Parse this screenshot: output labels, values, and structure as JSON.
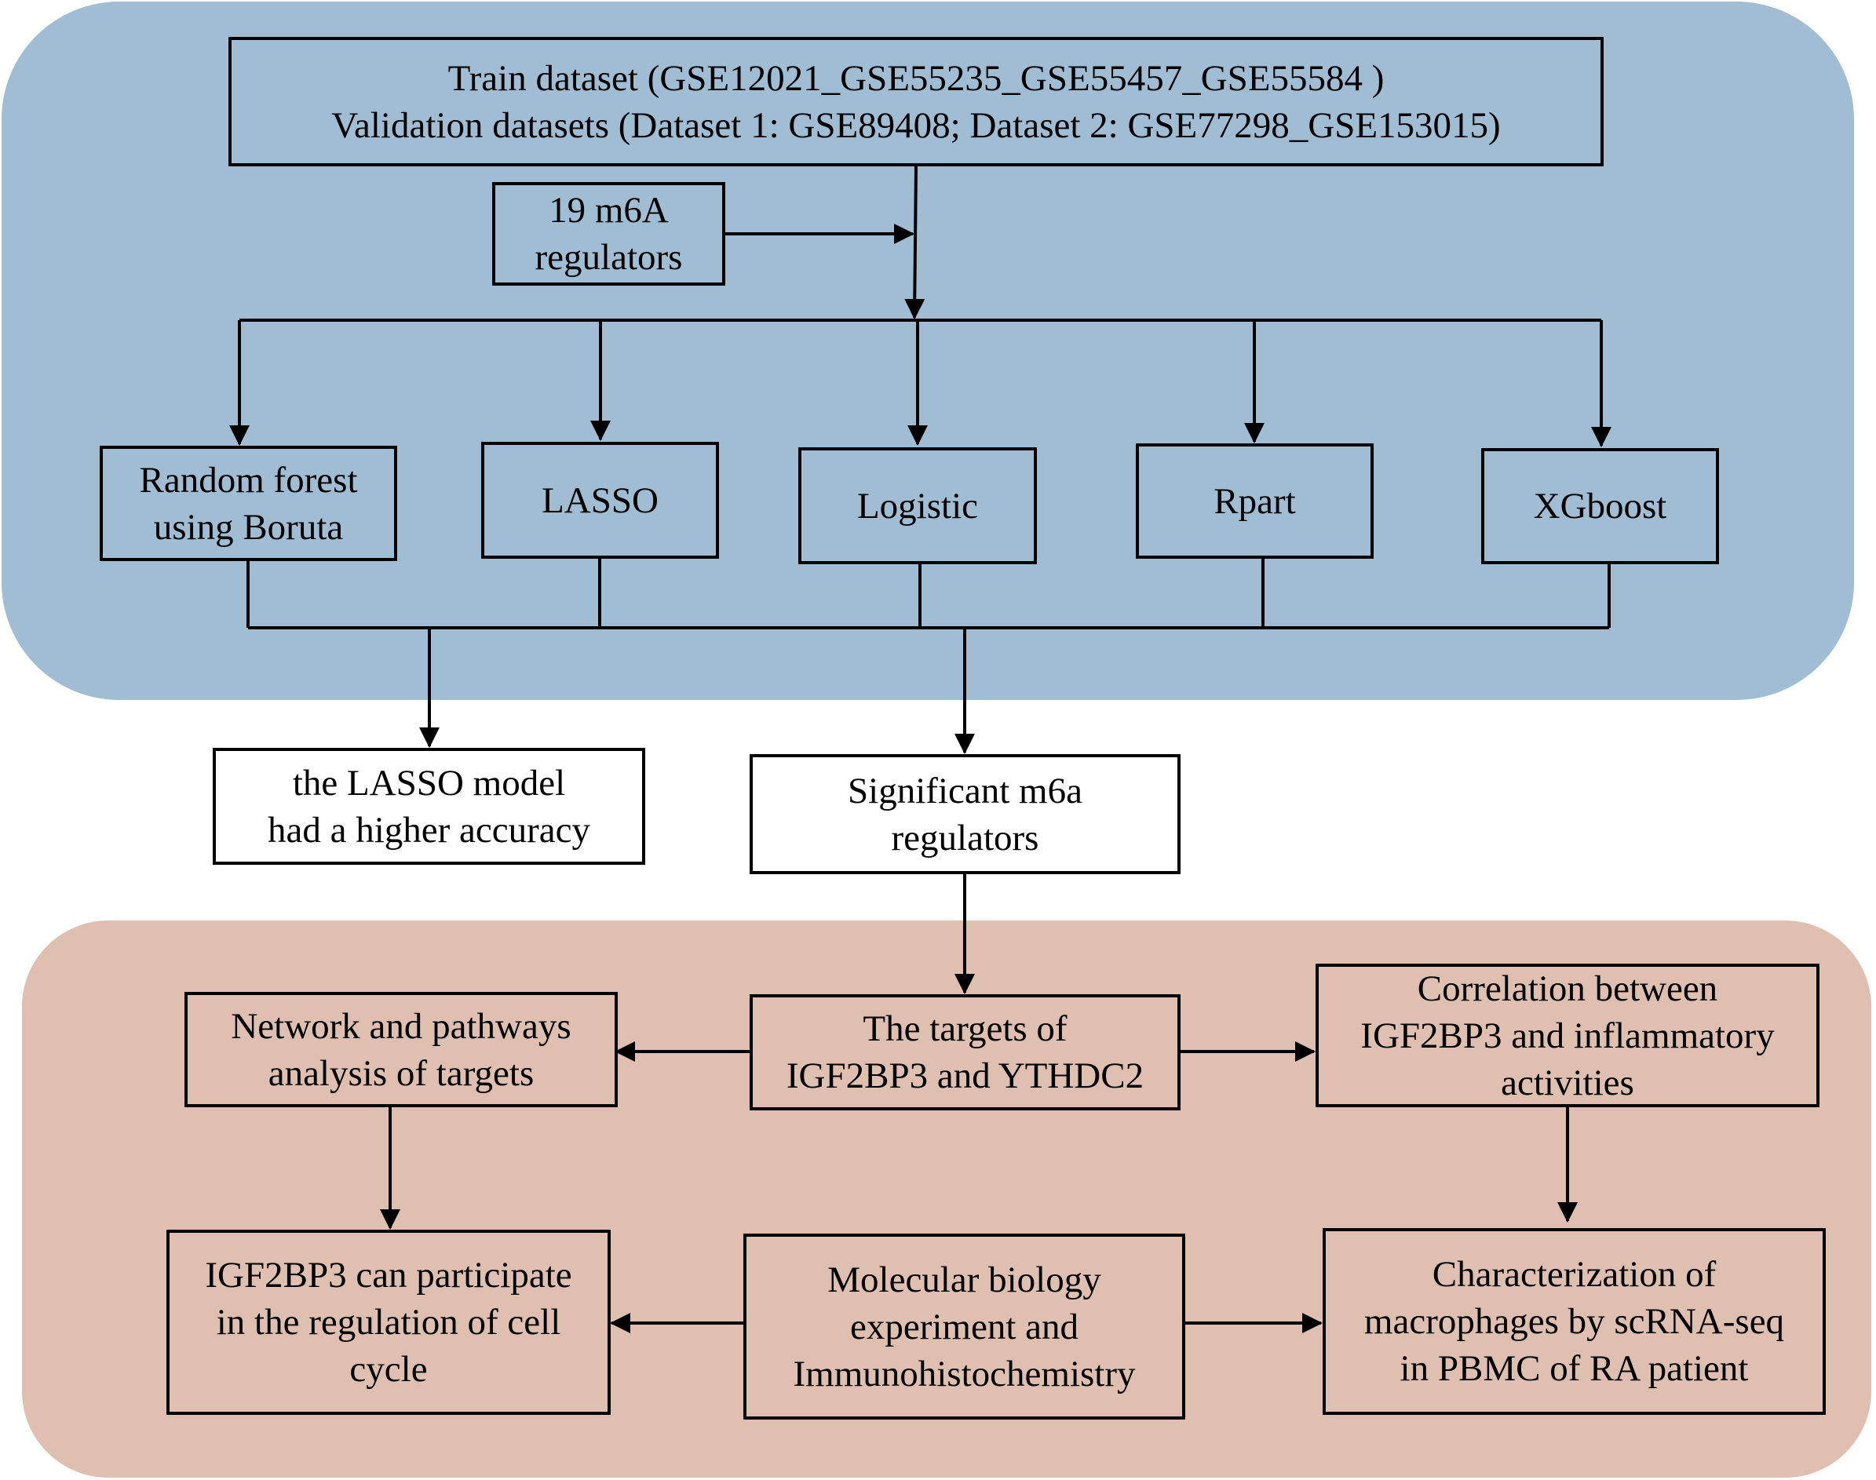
{
  "boxes": {
    "datasets": {
      "line1": "Train dataset (GSE12021_GSE55235_GSE55457_GSE55584 )",
      "line2": "Validation datasets (Dataset 1: GSE89408; Dataset 2: GSE77298_GSE153015)"
    },
    "regulators": {
      "line1": "19 m6A",
      "line2": "regulators"
    },
    "random_forest": {
      "line1": "Random forest",
      "line2": "using Boruta"
    },
    "lasso": {
      "line1": "LASSO"
    },
    "logistic": {
      "line1": "Logistic"
    },
    "rpart": {
      "line1": "Rpart"
    },
    "xgboost": {
      "line1": "XGboost"
    },
    "lasso_model": {
      "line1": "the LASSO model",
      "line2": "had a higher accuracy"
    },
    "significant": {
      "line1": "Significant m6a",
      "line2": "regulators"
    },
    "targets": {
      "line1": "The targets of",
      "line2": "IGF2BP3 and YTHDC2"
    },
    "network": {
      "line1": "Network and pathways",
      "line2": "analysis of targets"
    },
    "correlation": {
      "line1": "Correlation between",
      "line2": "IGF2BP3 and inflammatory",
      "line3": "activities"
    },
    "cell_cycle": {
      "line1": "IGF2BP3 can participate",
      "line2": "in the regulation of cell",
      "line3": "cycle"
    },
    "molecular": {
      "line1": "Molecular biology",
      "line2": "experiment  and",
      "line3": "Immunohistochemistry"
    },
    "macrophages": {
      "line1": "Characterization of",
      "line2": "macrophages by scRNA-seq",
      "line3": "in PBMC of RA patient"
    }
  },
  "colors": {
    "top_panel": "#a0bdd4",
    "bottom_panel": "#dfbfaf",
    "stroke": "#000000",
    "white_box": "#ffffff"
  }
}
